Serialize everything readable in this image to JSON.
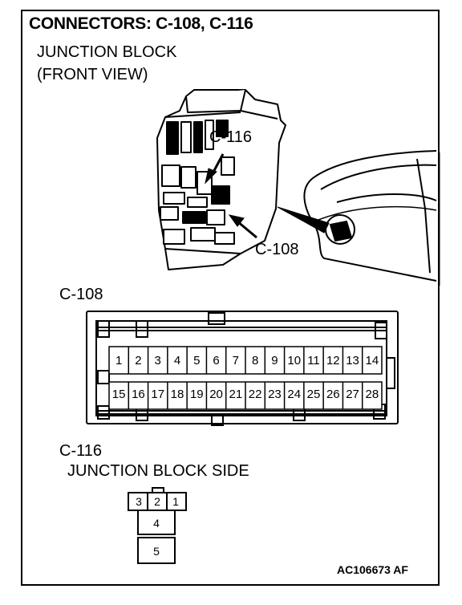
{
  "diagram": {
    "title": "CONNECTORS: C-108, C-116",
    "view_line1": "JUNCTION BLOCK",
    "view_line2": "(FRONT VIEW)",
    "callout_c116": "C-116",
    "callout_c108": "C-108",
    "c108_label": "C-108",
    "c116_label": "C-116",
    "c116_side": "JUNCTION BLOCK SIDE",
    "ref_code": "AC106673 AF"
  },
  "c108": {
    "top_row": [
      "1",
      "2",
      "3",
      "4",
      "5",
      "6",
      "7",
      "8",
      "9",
      "10",
      "11",
      "12",
      "13",
      "14"
    ],
    "bottom_row": [
      "15",
      "16",
      "17",
      "18",
      "19",
      "20",
      "21",
      "22",
      "23",
      "24",
      "25",
      "26",
      "27",
      "28"
    ]
  },
  "c116": {
    "top_row": [
      "3",
      "2",
      "1"
    ],
    "middle": "4",
    "bottom": "5"
  }
}
